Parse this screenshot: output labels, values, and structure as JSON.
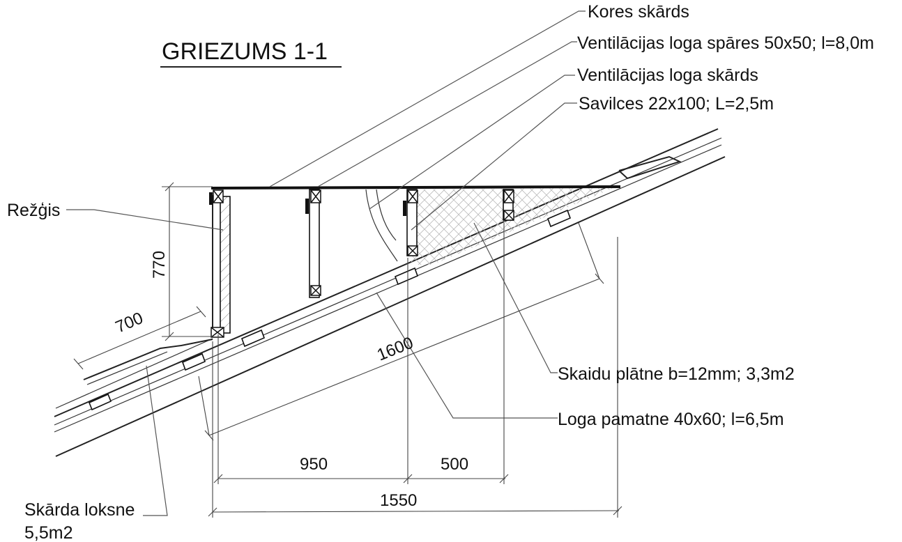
{
  "title": "GRIEZUMS 1-1",
  "labels": {
    "kores_skards": "Kores skārds",
    "spares": "Ventilācijas loga spāres 50x50; l=8,0m",
    "loga_skards": "Ventilācijas loga skārds",
    "savilces": "Savilces 22x100; L=2,5m",
    "rezgis": "Režģis",
    "skaidu_platne": "Skaidu plātne b=12mm;  3,3m2",
    "loga_pamatne": "Loga pamatne 40x60;  l=6,5m",
    "skarda_loksne_1": "Skārda loksne",
    "skarda_loksne_2": "5,5m2"
  },
  "dimensions": {
    "d770": "770",
    "d700": "700",
    "d1600": "1600",
    "d950": "950",
    "d500": "500",
    "d1550": "1550"
  }
}
